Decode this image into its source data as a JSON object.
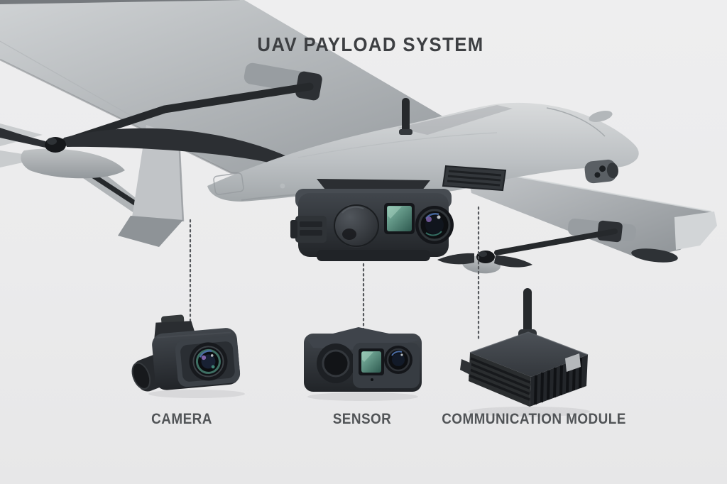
{
  "title": {
    "text": "UAV PAYLOAD SYSTEM"
  },
  "components": [
    {
      "id": "camera",
      "label": "CAMERA"
    },
    {
      "id": "sensor",
      "label": "SENSOR"
    },
    {
      "id": "communication-module",
      "label": "COMMUNICATION MODULE"
    }
  ],
  "illustration": {
    "subject": "fixed-wing VTOL UAV with underslung payload gimbal",
    "parts": [
      "left-wing",
      "right-wing",
      "tail-fins",
      "vtol-rotors",
      "fuselage",
      "antenna",
      "vent-grille",
      "nose-camera-pod",
      "payload-gimbal"
    ],
    "connectors": "dotted vertical leader lines from airframe payload to each component"
  },
  "colors": {
    "background": "#ebebec",
    "title_text": "#3d3f42",
    "label_text": "#515457",
    "airframe_gray": "#aeb3b6",
    "airframe_dark_parts": "#26292c",
    "component_body": "#2c3035",
    "lens_teal": "#4f8b7c",
    "lens_blue": "#4a6da6",
    "lens_purple_glint": "#7e62a8",
    "connector_dots": "#54575b"
  }
}
